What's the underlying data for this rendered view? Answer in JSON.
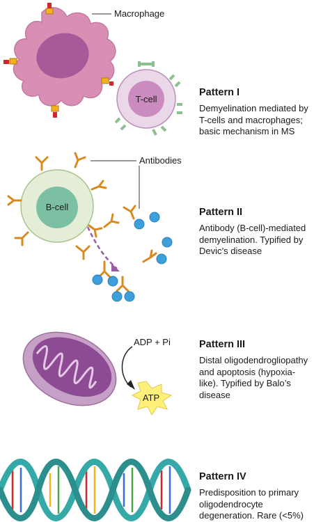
{
  "patterns": [
    {
      "title": "Pattern I",
      "description": "Demyelination mediated by T-cells and macrophages; basic mechanism in MS",
      "labels": {
        "macrophage": "Macrophage",
        "tcell": "T-cell"
      }
    },
    {
      "title": "Pattern II",
      "description": "Antibody (B-cell)-mediated demyelination. Typified by Devic’s disease",
      "labels": {
        "antibodies": "Antibodies",
        "bcell": "B-cell"
      }
    },
    {
      "title": "Pattern III",
      "description": "Distal oligodendrogliopathy and apoptosis (hypoxia-like). Typified by Balo’s disease",
      "labels": {
        "adp": "ADP + Pi",
        "atp": "ATP"
      }
    },
    {
      "title": "Pattern IV",
      "description": "Predisposition to primary oligodendrocyte degeneration. Rare (<5%)"
    }
  ],
  "colors": {
    "macrophage": "#d98fb3",
    "macrophage_nucleus": "#a65a9a",
    "tcell_ring": "#ead7e8",
    "tcell_core": "#cc8bbf",
    "bcell_ring": "#e4eed7",
    "bcell_core": "#7cc0a3",
    "antibody": "#d88a1e",
    "antigen": "#3d9fdc",
    "receptor": "#8cc08c",
    "mito_outer": "#c7a0c7",
    "mito_inner": "#8d4b93",
    "atp_star": "#fff07a",
    "dna_strand": "#35a9a8",
    "arrow": "#9a5aa3"
  },
  "icons": [
    "macrophage-cell",
    "t-cell",
    "b-cell",
    "antibody",
    "antigen-sphere",
    "mitochondrion",
    "atp-burst",
    "dna-helix"
  ]
}
